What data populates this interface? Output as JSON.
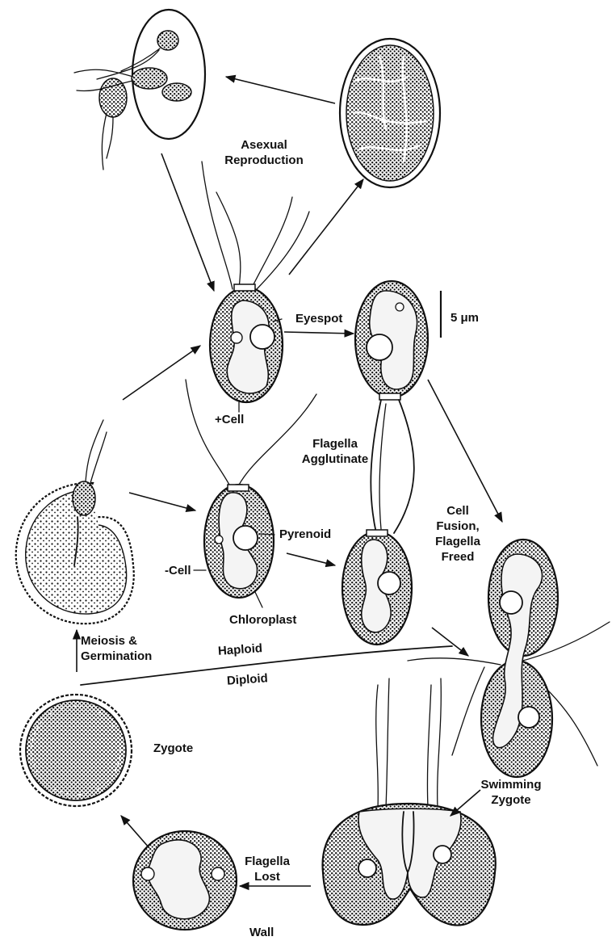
{
  "labels": {
    "asexual_reproduction": "Asexual\nReproduction",
    "eyespot": "Eyespot",
    "scale_bar": "5 μm",
    "plus_cell": "+Cell",
    "flagella_agglutinate": "Flagella\nAgglutinate",
    "pyrenoid": "Pyrenoid",
    "minus_cell": "-Cell",
    "chloroplast": "Chloroplast",
    "cell_fusion": "Cell\nFusion,\nFlagella\nFreed",
    "meiosis_germination": "Meiosis &\nGermination",
    "haploid": "Haploid",
    "diploid": "Diploid",
    "zygote": "Zygote",
    "swimming_zygote": "Swimming\nZygote",
    "flagella_lost": "Flagella\nLost",
    "wall": "Wall"
  }
}
